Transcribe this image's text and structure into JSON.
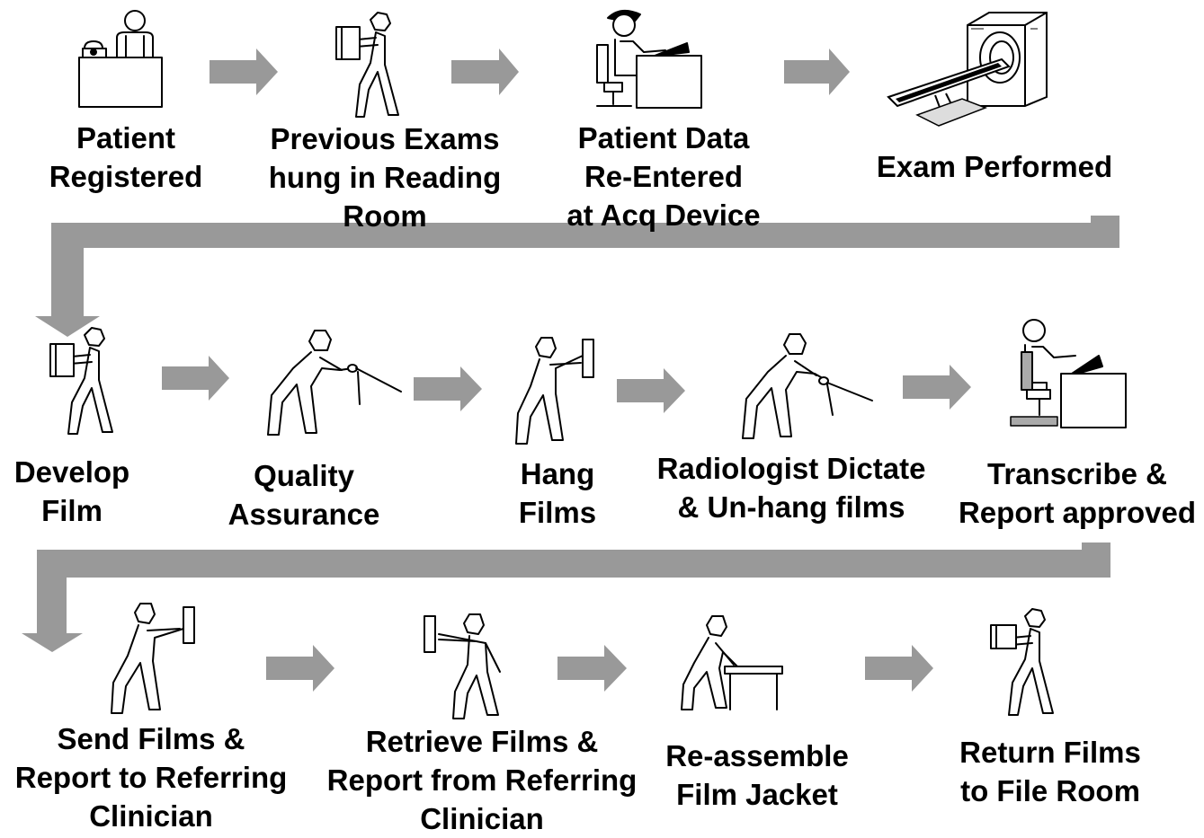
{
  "colors": {
    "arrow": "#999999",
    "ink": "#000000",
    "background": "#ffffff"
  },
  "steps": [
    {
      "id": "patient-registered",
      "lines": [
        "Patient",
        "Registered"
      ],
      "icon": "person-at-desk-with-phone-icon"
    },
    {
      "id": "previous-exams-hung",
      "lines": [
        "Previous Exams",
        "hung in Reading",
        "Room"
      ],
      "icon": "person-carrying-films-icon"
    },
    {
      "id": "patient-data-reentered",
      "lines": [
        "Patient Data",
        "Re-Entered",
        "at Acq Device"
      ],
      "icon": "person-at-computer-icon"
    },
    {
      "id": "exam-performed",
      "lines": [
        "Exam Performed"
      ],
      "icon": "ct-scanner-icon"
    },
    {
      "id": "develop-film",
      "lines": [
        "Develop",
        "Film"
      ],
      "icon": "person-carrying-films-icon"
    },
    {
      "id": "quality-assurance",
      "lines": [
        "Quality",
        "Assurance"
      ],
      "icon": "person-pointing-icon"
    },
    {
      "id": "hang-films",
      "lines": [
        "Hang",
        "Films"
      ],
      "icon": "person-holding-film-up-icon"
    },
    {
      "id": "radiologist-dictate",
      "lines": [
        "Radiologist Dictate",
        "& Un-hang films"
      ],
      "icon": "person-pointing-icon"
    },
    {
      "id": "transcribe-report",
      "lines": [
        "Transcribe &",
        "Report approved"
      ],
      "icon": "person-at-computer-icon"
    },
    {
      "id": "send-films",
      "lines": [
        "Send Films &",
        "Report to Referring",
        "Clinician"
      ],
      "icon": "person-holding-film-up-icon"
    },
    {
      "id": "retrieve-films",
      "lines": [
        "Retrieve Films &",
        "Report from Referring",
        "Clinician"
      ],
      "icon": "person-holding-film-up-icon"
    },
    {
      "id": "reassemble-jacket",
      "lines": [
        "Re-assemble",
        "Film Jacket"
      ],
      "icon": "person-at-table-icon"
    },
    {
      "id": "return-films",
      "lines": [
        "Return Films",
        "to File Room"
      ],
      "icon": "person-carrying-films-icon"
    }
  ]
}
